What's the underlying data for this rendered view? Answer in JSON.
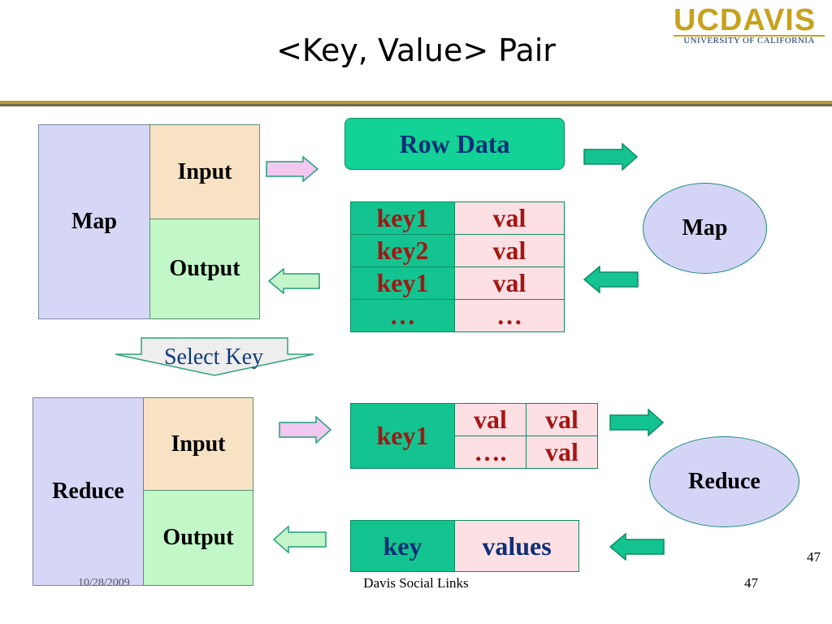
{
  "slide": {
    "title": "<Key, Value> Pair",
    "logo": {
      "main": "UCDAVIS",
      "sub": "UNIVERSITY OF CALIFORNIA"
    }
  },
  "map_block": {
    "left": "Map",
    "input": "Input",
    "output": "Output"
  },
  "select_key": "Select Key",
  "reduce_block": {
    "left": "Reduce",
    "input": "Input",
    "output": "Output"
  },
  "row_data": "Row Data",
  "map_table": [
    [
      "key1",
      "val"
    ],
    [
      "key2",
      "val"
    ],
    [
      "key1",
      "val"
    ],
    [
      "…",
      "…"
    ]
  ],
  "map_ellipse": "Map",
  "reduce_table": {
    "key": "key1",
    "values": [
      "val",
      "val",
      "….",
      "val"
    ]
  },
  "reduce_ellipse": "Reduce",
  "result_table": {
    "key": "key",
    "values": "values"
  },
  "footer": {
    "center": "Davis Social Links",
    "page_number": "47",
    "corner_number": "47",
    "date_partial": "10/28/2009"
  },
  "colors": {
    "logo_gold": "#c7a21c",
    "logo_navy": "#12326b",
    "table_key_green": "#13c490",
    "table_value_pink": "#fde0e4",
    "value_text_red": "#a41614",
    "block_lavender": "#d6d6f6",
    "block_peach": "#f8e2c4",
    "block_mint": "#c2f7c8"
  }
}
